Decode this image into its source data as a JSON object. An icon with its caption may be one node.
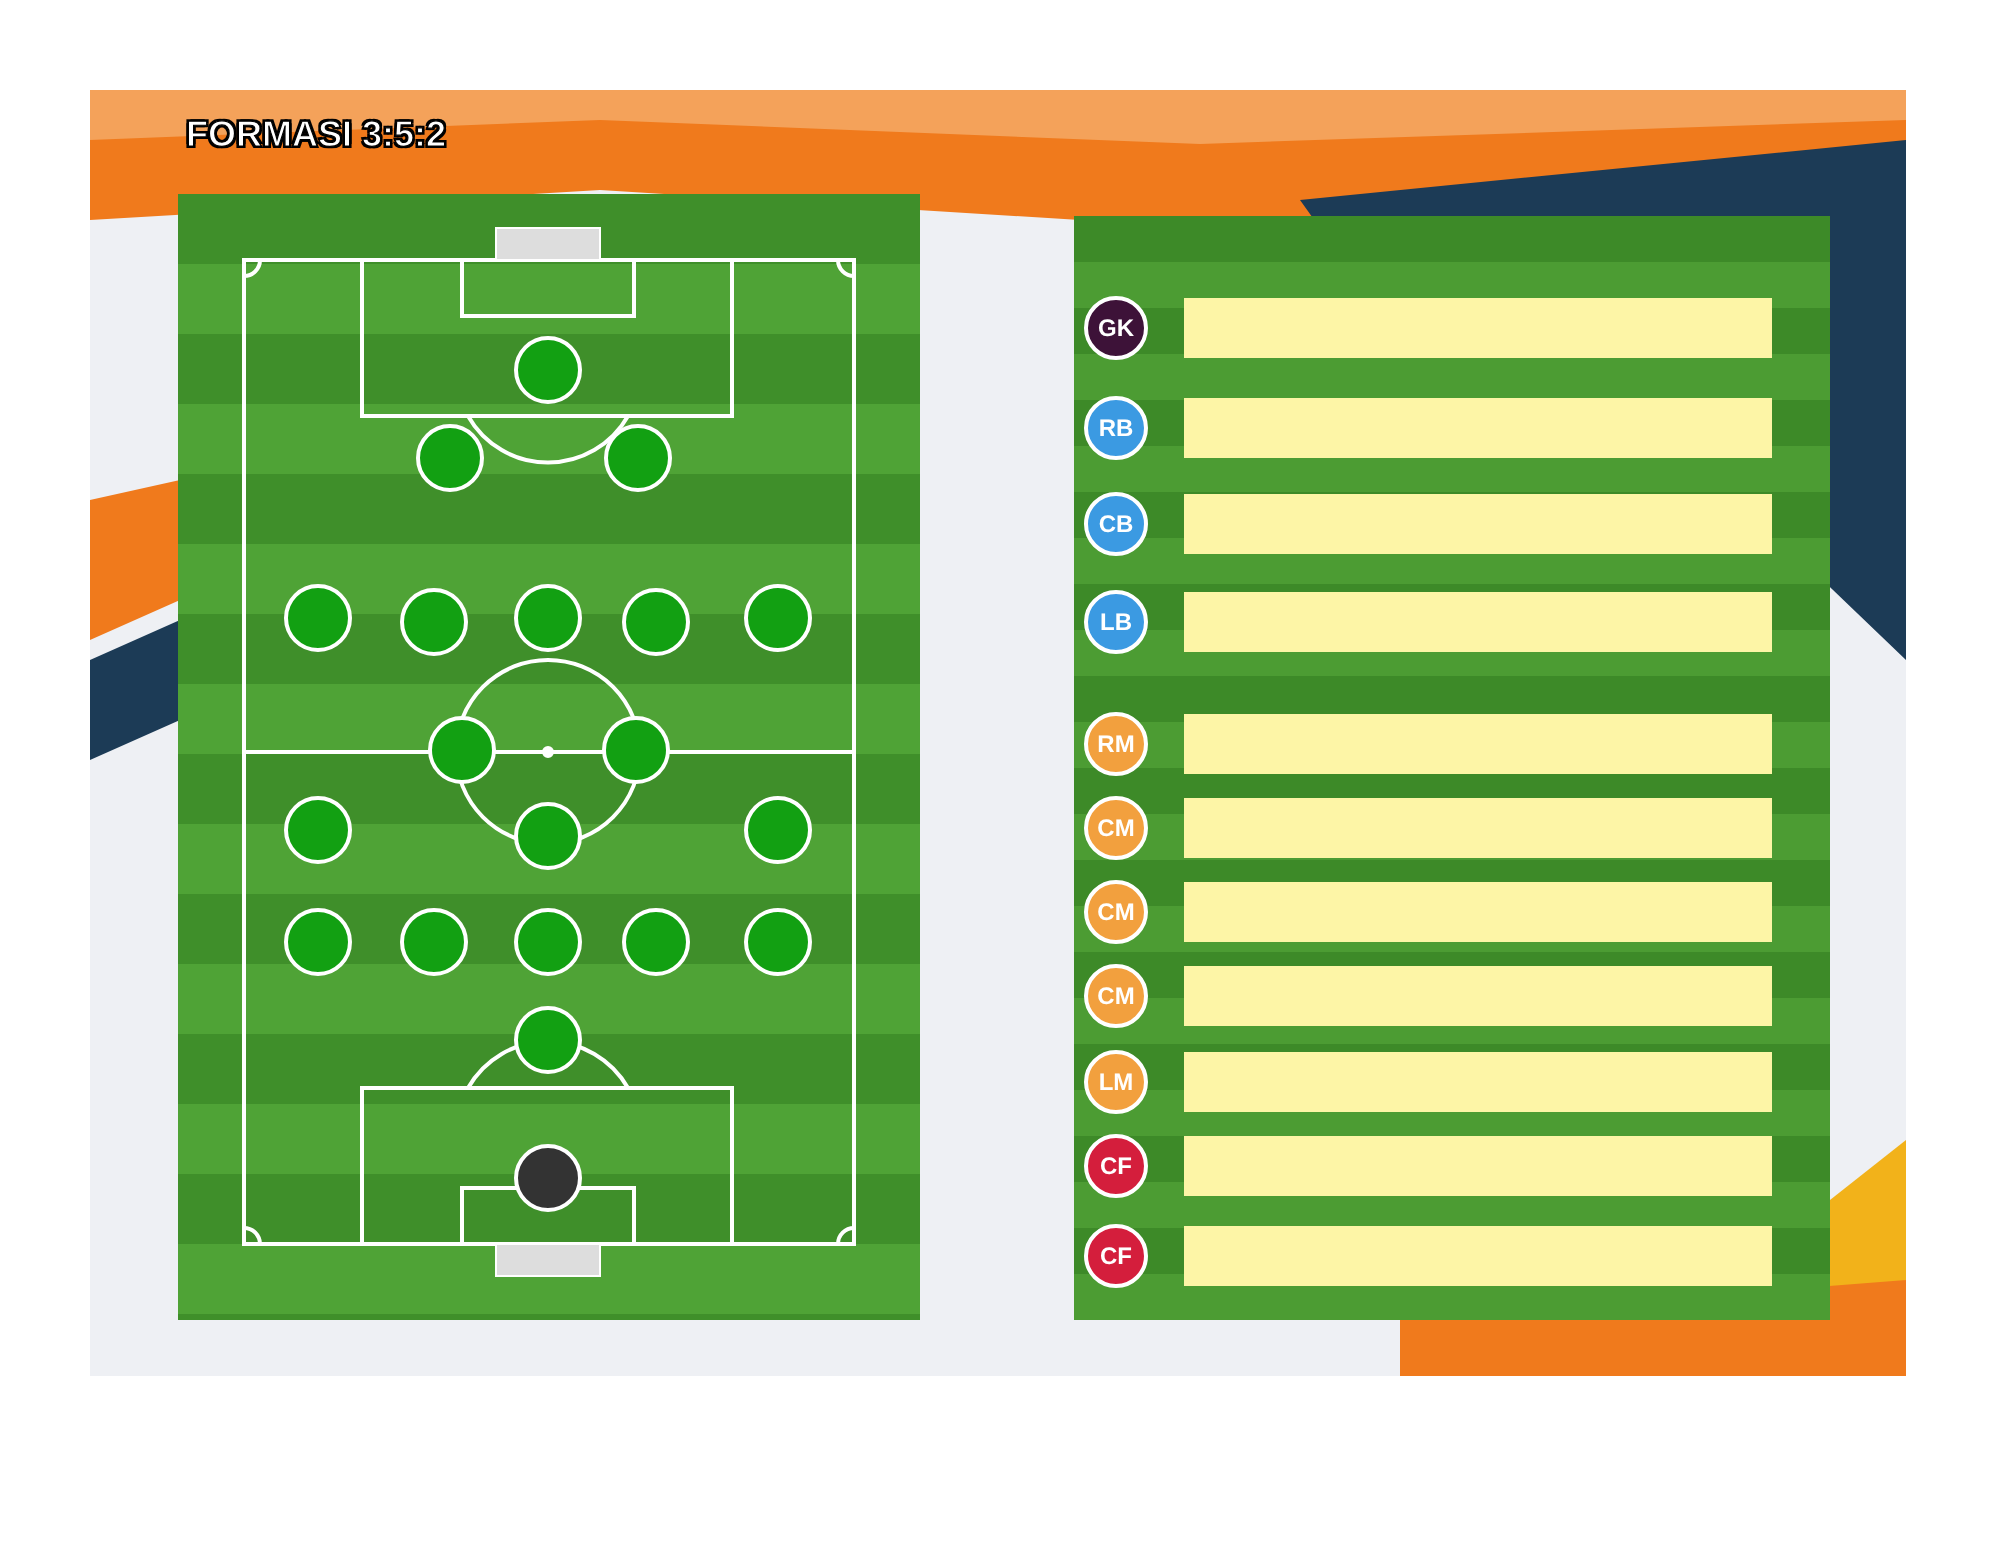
{
  "diagram": {
    "title": "FORMASI 3:5:2",
    "nodes": [
      {
        "text": [],
        "shape": "circle"
      },
      {
        "text": [],
        "shape": "circle"
      },
      {
        "text": [],
        "shape": "circle"
      },
      {
        "text": [],
        "shape": "circle"
      },
      {
        "text": [],
        "shape": "circle"
      },
      {
        "text": [],
        "shape": "circle"
      },
      {
        "text": [],
        "shape": "circle"
      },
      {
        "text": [],
        "shape": "circle"
      },
      {
        "text": [],
        "shape": "circle"
      },
      {
        "text": [],
        "shape": "circle"
      },
      {
        "text": [],
        "shape": "circle"
      },
      {
        "text": [],
        "shape": "circle"
      },
      {
        "text": [],
        "shape": "circle"
      },
      {
        "text": [],
        "shape": "circle"
      },
      {
        "text": [],
        "shape": "circle"
      },
      {
        "text": [],
        "shape": "circle"
      },
      {
        "text": [],
        "shape": "circle"
      },
      {
        "text": [],
        "shape": "circle"
      },
      {
        "text": [],
        "shape": "circle"
      },
      {
        "text": [],
        "shape": "circle"
      },
      {
        "text": [
          "GK"
        ]
      },
      {
        "text": [
          "RB"
        ]
      },
      {
        "text": [
          "CB"
        ]
      },
      {
        "text": [
          "LB"
        ]
      },
      {
        "text": [
          "RM"
        ]
      },
      {
        "text": [
          "CM"
        ]
      },
      {
        "text": [
          "CM"
        ]
      },
      {
        "text": [
          "CM"
        ]
      },
      {
        "text": [
          "LM"
        ]
      },
      {
        "text": [
          "CF"
        ]
      },
      {
        "text": [
          "CF"
        ]
      }
    ]
  }
}
